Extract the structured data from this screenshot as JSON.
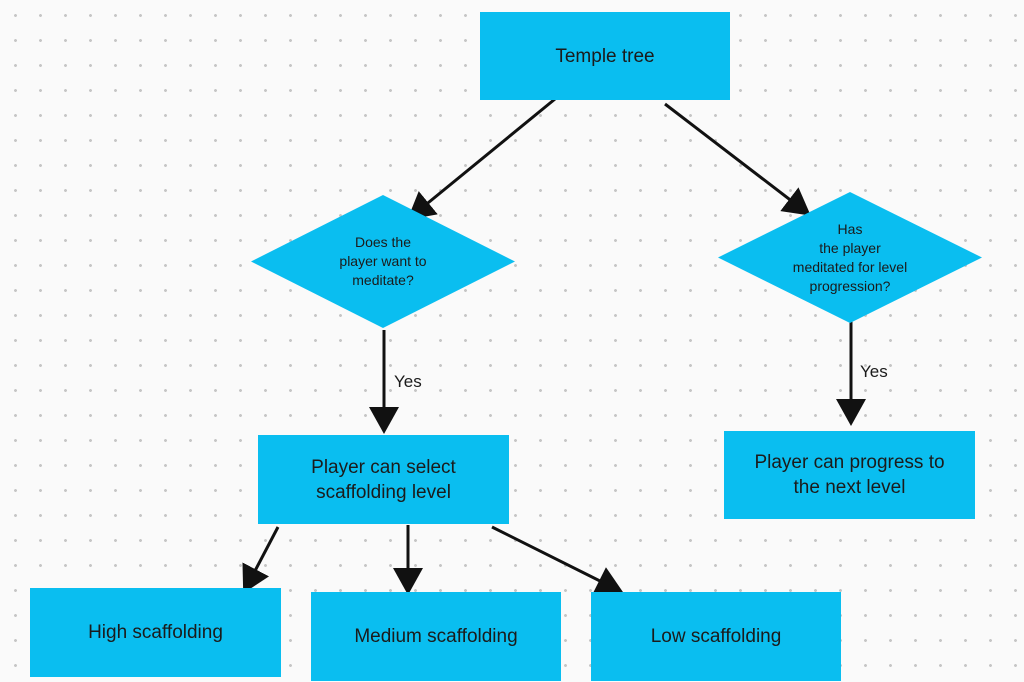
{
  "diagram": {
    "nodes": {
      "root": "Temple tree",
      "q_meditate": "Does the\nplayer want to\nmeditate?",
      "q_progress": "Has\nthe player\nmeditated for level\nprogression?",
      "select_scaffolding": "Player can select\nscaffolding level",
      "progress_next": "Player can progress to\nthe next level",
      "high": "High scaffolding",
      "medium": "Medium scaffolding",
      "low": "Low scaffolding"
    },
    "edge_labels": {
      "meditate_yes": "Yes",
      "progress_yes": "Yes"
    },
    "colors": {
      "node_fill": "#0abef0",
      "arrow": "#111111",
      "background": "#fafafa"
    }
  }
}
